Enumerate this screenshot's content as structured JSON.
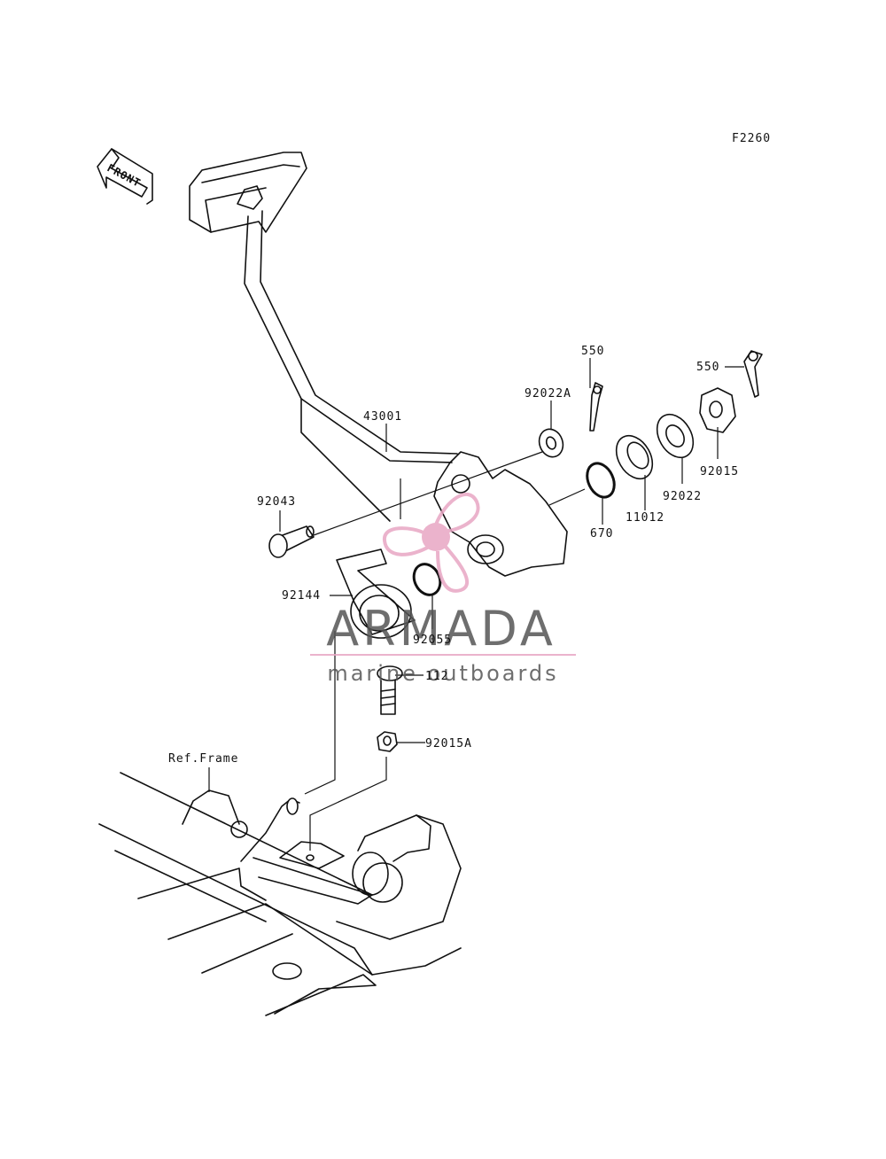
{
  "diagram_code": "F2260",
  "front_label": "FRONT",
  "ref_frame_label": "Ref.Frame",
  "parts": {
    "p550a": "550",
    "p550b": "550",
    "p92022a": "92022A",
    "p43001": "43001",
    "p92015": "92015",
    "p92022": "92022",
    "p11012": "11012",
    "p670": "670",
    "p92043": "92043",
    "p92144": "92144",
    "p92055": "92055",
    "p112": "112",
    "p92015a": "92015A"
  },
  "watermark": {
    "brand": "ARMADA",
    "tagline": "marine outboards",
    "accent_color": "#e8a6c4",
    "text_color": "#555555"
  }
}
